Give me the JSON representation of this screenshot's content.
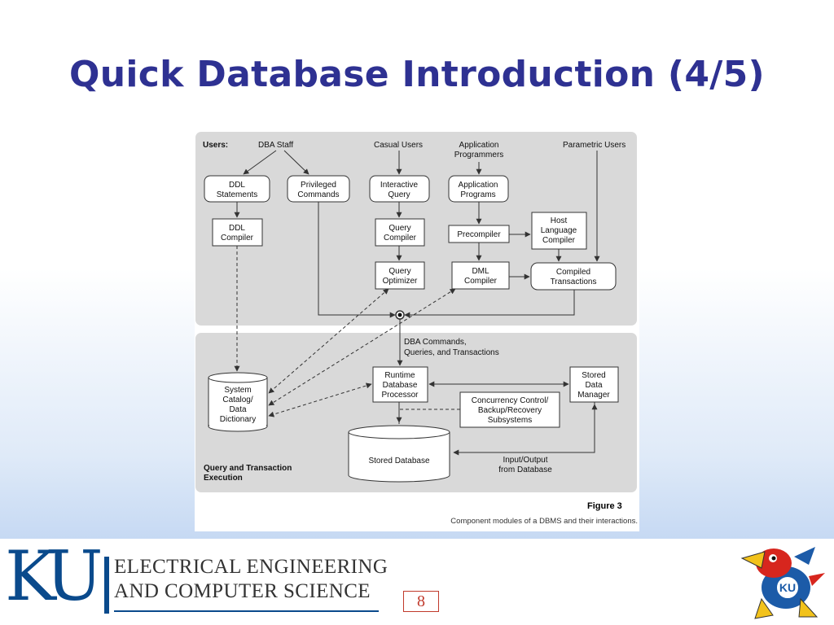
{
  "slide": {
    "title": "Quick Database Introduction (4/5)",
    "page_number": "8"
  },
  "figure": {
    "label": "Figure 3",
    "caption": "Component modules of a DBMS and their interactions.",
    "users_label": "Users:",
    "users": {
      "dba_staff": "DBA Staff",
      "casual_users": "Casual Users",
      "application_programmers": [
        "Application",
        "Programmers"
      ],
      "parametric_users": "Parametric Users"
    },
    "nodes": {
      "ddl_statements": [
        "DDL",
        "Statements"
      ],
      "privileged_commands": [
        "Privileged",
        "Commands"
      ],
      "interactive_query": [
        "Interactive",
        "Query"
      ],
      "application_programs": [
        "Application",
        "Programs"
      ],
      "ddl_compiler": [
        "DDL",
        "Compiler"
      ],
      "query_compiler": [
        "Query",
        "Compiler"
      ],
      "precompiler": [
        "Precompiler"
      ],
      "host_language_compiler": [
        "Host",
        "Language",
        "Compiler"
      ],
      "query_optimizer": [
        "Query",
        "Optimizer"
      ],
      "dml_compiler": [
        "DML",
        "Compiler"
      ],
      "compiled_transactions": [
        "Compiled",
        "Transactions"
      ],
      "dba_commands": [
        "DBA Commands,",
        "Queries, and Transactions"
      ],
      "system_catalog": [
        "System",
        "Catalog/",
        "Data",
        "Dictionary"
      ],
      "runtime_processor": [
        "Runtime",
        "Database",
        "Processor"
      ],
      "stored_data_manager": [
        "Stored",
        "Data",
        "Manager"
      ],
      "concurrency_control": [
        "Concurrency Control/",
        "Backup/Recovery",
        "Subsystems"
      ],
      "stored_database": [
        "Stored Database"
      ],
      "input_output": [
        "Input/Output",
        "from Database"
      ]
    },
    "section_label": [
      "Query and Transaction",
      "Execution"
    ]
  },
  "footer": {
    "logo_letters": "KU",
    "dept_line1": "ELECTRICAL ENGINEERING",
    "dept_line2": "AND COMPUTER SCIENCE",
    "mascot_badge": "KU"
  },
  "colors": {
    "title": "#2e3192",
    "ku_blue": "#0a4a8c",
    "panel_gray": "#d9d9d9",
    "page_number_red": "#c0392b"
  }
}
